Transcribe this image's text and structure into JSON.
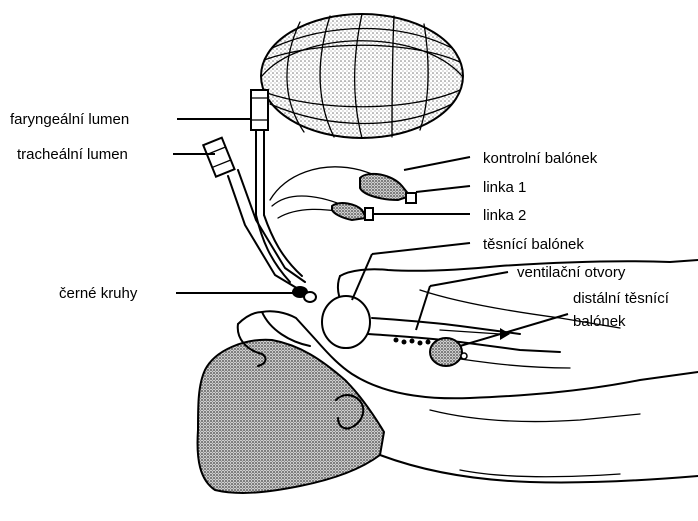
{
  "labels": {
    "pharyngeal_lumen": "faryngeální lumen",
    "tracheal_lumen": "tracheální lumen",
    "black_rings": "černé kruhy",
    "control_balloon": "kontrolní balónek",
    "line_1": "linka 1",
    "line_2": "linka 2",
    "sealing_balloon": "těsnící balónek",
    "ventilation_holes": "ventilační otvory",
    "distal_balloon_line1": "distální těsnící",
    "distal_balloon_line2": "balónek"
  }
}
